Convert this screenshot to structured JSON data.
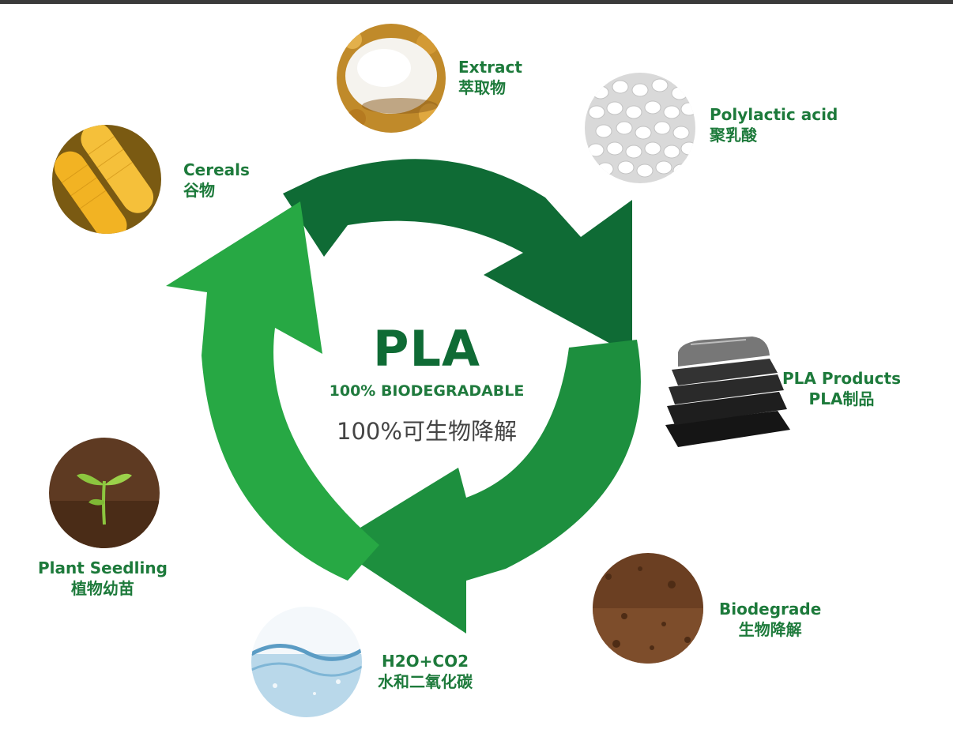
{
  "center": {
    "title": "PLA",
    "subtitle": "100% BIODEGRADABLE",
    "subtitle_cn": "100%可生物降解"
  },
  "stages": {
    "extract": {
      "en": "Extract",
      "cn": "萃取物",
      "icon": "starch-powder-icon"
    },
    "polylactic": {
      "en": "Polylactic acid",
      "cn": "聚乳酸",
      "icon": "pla-pellets-icon"
    },
    "products": {
      "en": "PLA Products",
      "cn": "PLA制品",
      "icon": "food-container-stack-icon"
    },
    "biodegrade": {
      "en": "Biodegrade",
      "cn": "生物降解",
      "icon": "soil-icon"
    },
    "h2o": {
      "en": "H2O+CO2",
      "cn": "水和二氧化碳",
      "icon": "water-icon"
    },
    "seedling": {
      "en": "Plant Seedling",
      "cn": "植物幼苗",
      "icon": "seedling-icon"
    },
    "cereals": {
      "en": "Cereals",
      "cn": "谷物",
      "icon": "corn-icon"
    }
  },
  "colors": {
    "arrow_dark": "#0f6b35",
    "arrow_mid": "#1d8f3e",
    "arrow_light": "#27a844",
    "label": "#1d7a3b"
  }
}
